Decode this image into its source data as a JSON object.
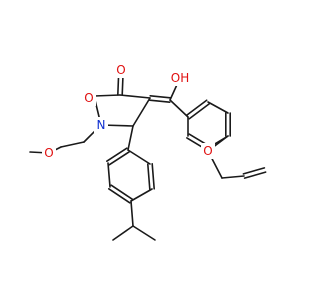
{
  "molecule": {
    "atoms": [
      {
        "id": "o_ketone",
        "symbol": "O",
        "color": "#e01010"
      },
      {
        "id": "o_lactam",
        "symbol": "O",
        "color": "#e01010"
      },
      {
        "id": "n_ring",
        "symbol": "N",
        "color": "#1030d0"
      },
      {
        "id": "o_hydroxy",
        "symbol": "OH",
        "color": "#e01010"
      },
      {
        "id": "o_methoxy",
        "symbol": "O",
        "color": "#e01010"
      },
      {
        "id": "o_allyloxy",
        "symbol": "O",
        "color": "#e01010"
      }
    ]
  }
}
